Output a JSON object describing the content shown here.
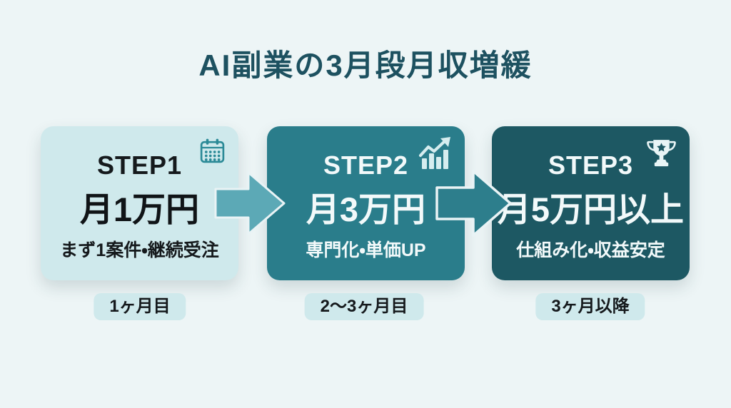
{
  "title": "AI副業の3月段月収増緩",
  "steps": [
    {
      "label": "STEP1",
      "amount": "月1万円",
      "description": "まず1案件・継続受注",
      "period": "1ヶ月目",
      "icon": "calendar-icon"
    },
    {
      "label": "STEP2",
      "amount": "月3万円",
      "description": "専門化・単価UP",
      "period": "2〜3ヶ月目",
      "icon": "trend-up-chart-icon"
    },
    {
      "label": "STEP3",
      "amount": "月5万円以上",
      "description": "仕組み化・収益安定",
      "period": "3ヶ月以降",
      "icon": "trophy-icon"
    }
  ],
  "colors": {
    "background": "#edf5f6",
    "title_text": "#1d5160",
    "card1_bg": "#cfe9ec",
    "card1_text": "#15191c",
    "card2_bg": "#2a7d8b",
    "card3_bg": "#1d5863",
    "card_light_text": "#f2f9fa",
    "arrow1": "#5ca9b6",
    "arrow2": "#2d7e8c",
    "arrow_outline": "#e9f3f5",
    "badge_bg": "#cfe9ec",
    "badge_text": "#15191c",
    "icon_teal": "#2b8a97"
  }
}
